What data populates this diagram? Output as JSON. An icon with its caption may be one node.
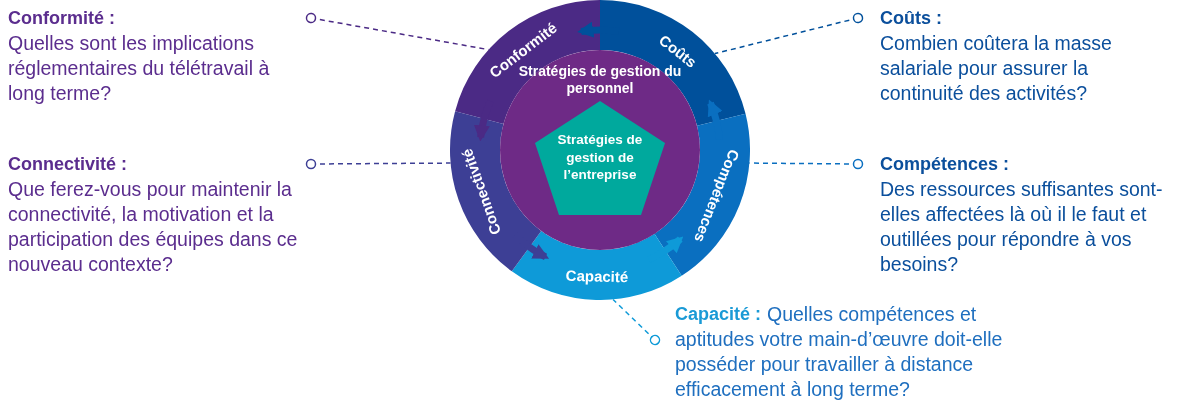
{
  "diagram": {
    "nodes": [
      {
        "text": [
          "Conformité"
        ]
      },
      {
        "text": [
          "Coûts"
        ]
      },
      {
        "text": [
          "Compétences"
        ]
      },
      {
        "text": [
          "Capacité"
        ]
      },
      {
        "text": [
          "Connectivité"
        ]
      },
      {
        "text": [
          "Stratégies de gestion du personnel"
        ]
      },
      {
        "text": [
          "Stratégies de gestion de l’entreprise"
        ],
        "in": 5
      },
      {
        "text": [
          "Conformité :",
          "Quelles sont les implications réglementaires du télétravail à long terme?"
        ]
      },
      {
        "text": [
          "Connectivité :",
          "Que ferez-vous pour maintenir la connectivité, la motivation et la participation des équipes dans ce nouveau contexte?"
        ]
      },
      {
        "text": [
          "Coûts :",
          "Combien coûtera la masse salariale pour assurer la continuité des activités?"
        ]
      },
      {
        "text": [
          "Compétences :",
          "Des ressources suffisantes sont-elles affectées là où il le faut et outillées pour répondre à vos besoins?"
        ]
      },
      {
        "text": [
          "Capacité :",
          "Quelles compétences et aptitudes votre main-d’œuvre doit-elle posséder pour travailler à distance efficacement à long terme?"
        ]
      }
    ],
    "edges": [
      {
        "from": 1,
        "to": 0,
        "arrow": "to",
        "style": "thick",
        "color": "#00509b"
      },
      {
        "from": 0,
        "to": 4,
        "arrow": "to",
        "style": "thick",
        "color": "#4b2a85"
      },
      {
        "from": 4,
        "to": 3,
        "arrow": "to",
        "style": "thick",
        "color": "#3d3f95"
      },
      {
        "from": 3,
        "to": 2,
        "arrow": "to",
        "style": "thick",
        "color": "#0e9ad8"
      },
      {
        "from": 2,
        "to": 1,
        "arrow": "to",
        "style": "thick",
        "color": "#0a6fc0"
      },
      {
        "from": 7,
        "to": 0,
        "arrow": "other",
        "style": "dashed",
        "color": "#4b2a85"
      },
      {
        "from": 8,
        "to": 4,
        "arrow": "other",
        "style": "dashed",
        "color": "#3d3f95"
      },
      {
        "from": 9,
        "to": 1,
        "arrow": "other",
        "style": "dashed",
        "color": "#00509b"
      },
      {
        "from": 10,
        "to": 2,
        "arrow": "other",
        "style": "dashed",
        "color": "#0a6fc0"
      },
      {
        "from": 11,
        "to": 3,
        "arrow": "other",
        "style": "dashed",
        "color": "#0e9ad8"
      }
    ]
  }
}
